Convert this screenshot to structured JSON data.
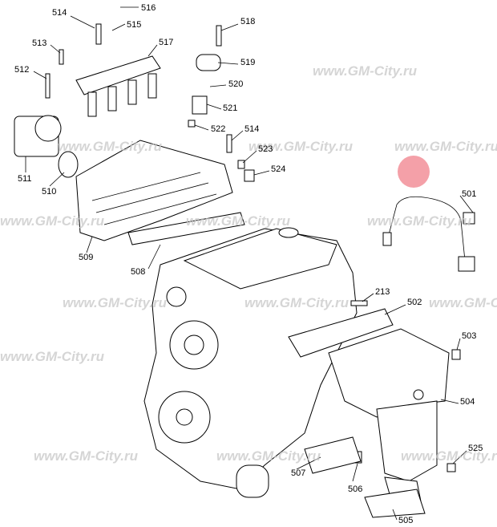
{
  "watermark": "www.GM-City.ru",
  "highlight_color": "#f4a0a8",
  "callouts": {
    "c514a": "514",
    "c516": "516",
    "c515": "515",
    "c513": "513",
    "c517": "517",
    "c518": "518",
    "c519": "519",
    "c512": "512",
    "c520": "520",
    "c521": "521",
    "c522": "522",
    "c514b": "514",
    "c523": "523",
    "c524": "524",
    "c511": "511",
    "c510": "510",
    "c509": "509",
    "c508": "508",
    "c501": "501",
    "c213": "213",
    "c502": "502",
    "c503": "503",
    "c504": "504",
    "c525": "525",
    "c507": "507",
    "c506": "506",
    "c505": "505"
  }
}
